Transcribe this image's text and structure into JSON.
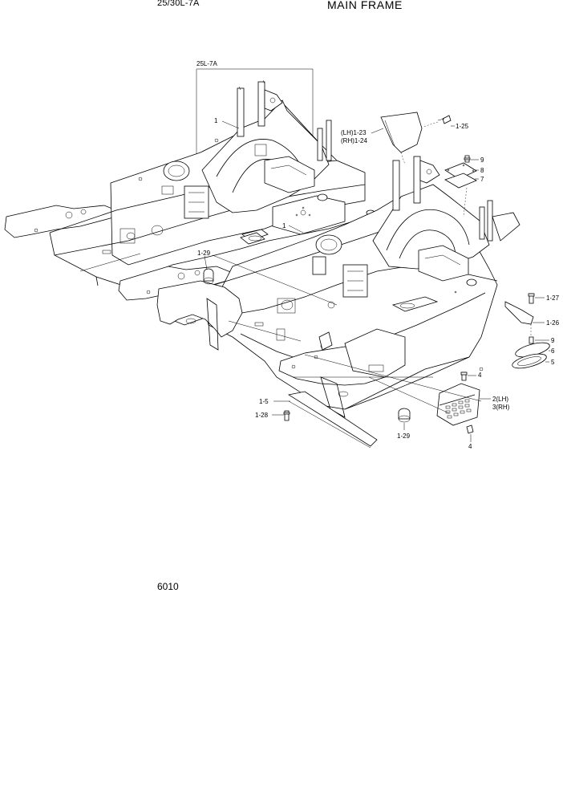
{
  "header": {
    "model": "25/30L-7A",
    "title": "MAIN FRAME"
  },
  "footer": {
    "page_code": "6010"
  },
  "variant_label": "25L-7A",
  "callouts": {
    "c1_upper": "1",
    "c1_lower": "1",
    "c123": "(LH)1-23",
    "c124": "(RH)1-24",
    "c125": "1-25",
    "c9a": "9",
    "c8": "8",
    "c7": "7",
    "c129_upper": "1-29",
    "c127": "1-27",
    "c126": "1-26",
    "c9b": "9",
    "c6": "6",
    "c5": "5",
    "c4_upper": "4",
    "c2": "2(LH)",
    "c3": "3(RH)",
    "c4_lower": "4",
    "c15": "1-5",
    "c128": "1-28",
    "c129_lower": "1-29"
  }
}
